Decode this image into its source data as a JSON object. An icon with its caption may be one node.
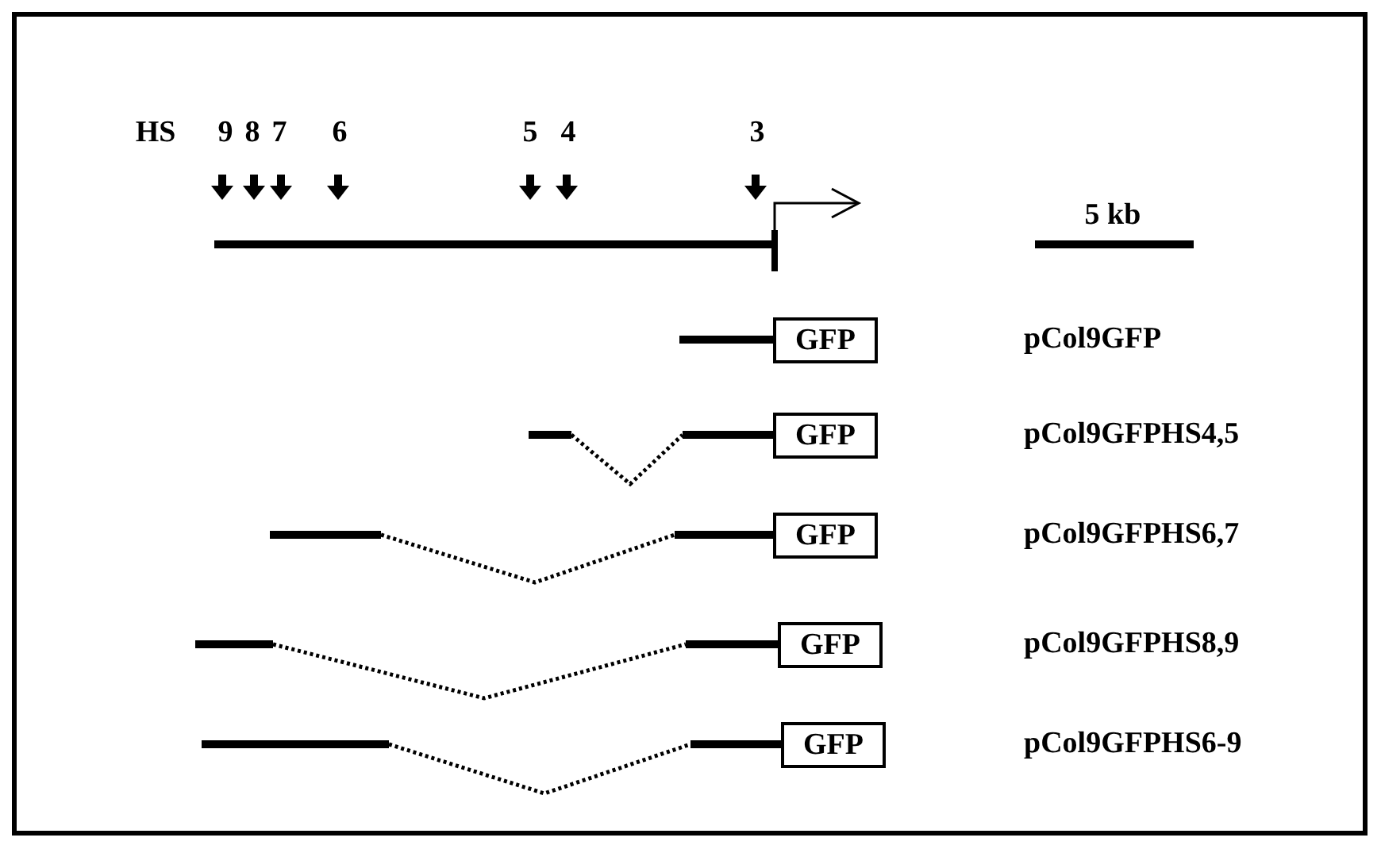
{
  "diagram": {
    "nodes": [
      {
        "text": [
          "GFP"
        ]
      },
      {
        "text": [
          "GFP"
        ]
      },
      {
        "text": [
          "GFP"
        ]
      },
      {
        "text": [
          "GFP"
        ]
      },
      {
        "text": [
          "GFP"
        ]
      }
    ],
    "labels": [
      "HS",
      "9",
      "8",
      "7",
      "6",
      "5",
      "4",
      "3",
      "5 kb",
      "pCol9GFP",
      "pCol9GFPHS4,5",
      "pCol9GFPHS6,7",
      "pCol9GFPHS8,9",
      "pCol9GFPHS6-9"
    ]
  }
}
